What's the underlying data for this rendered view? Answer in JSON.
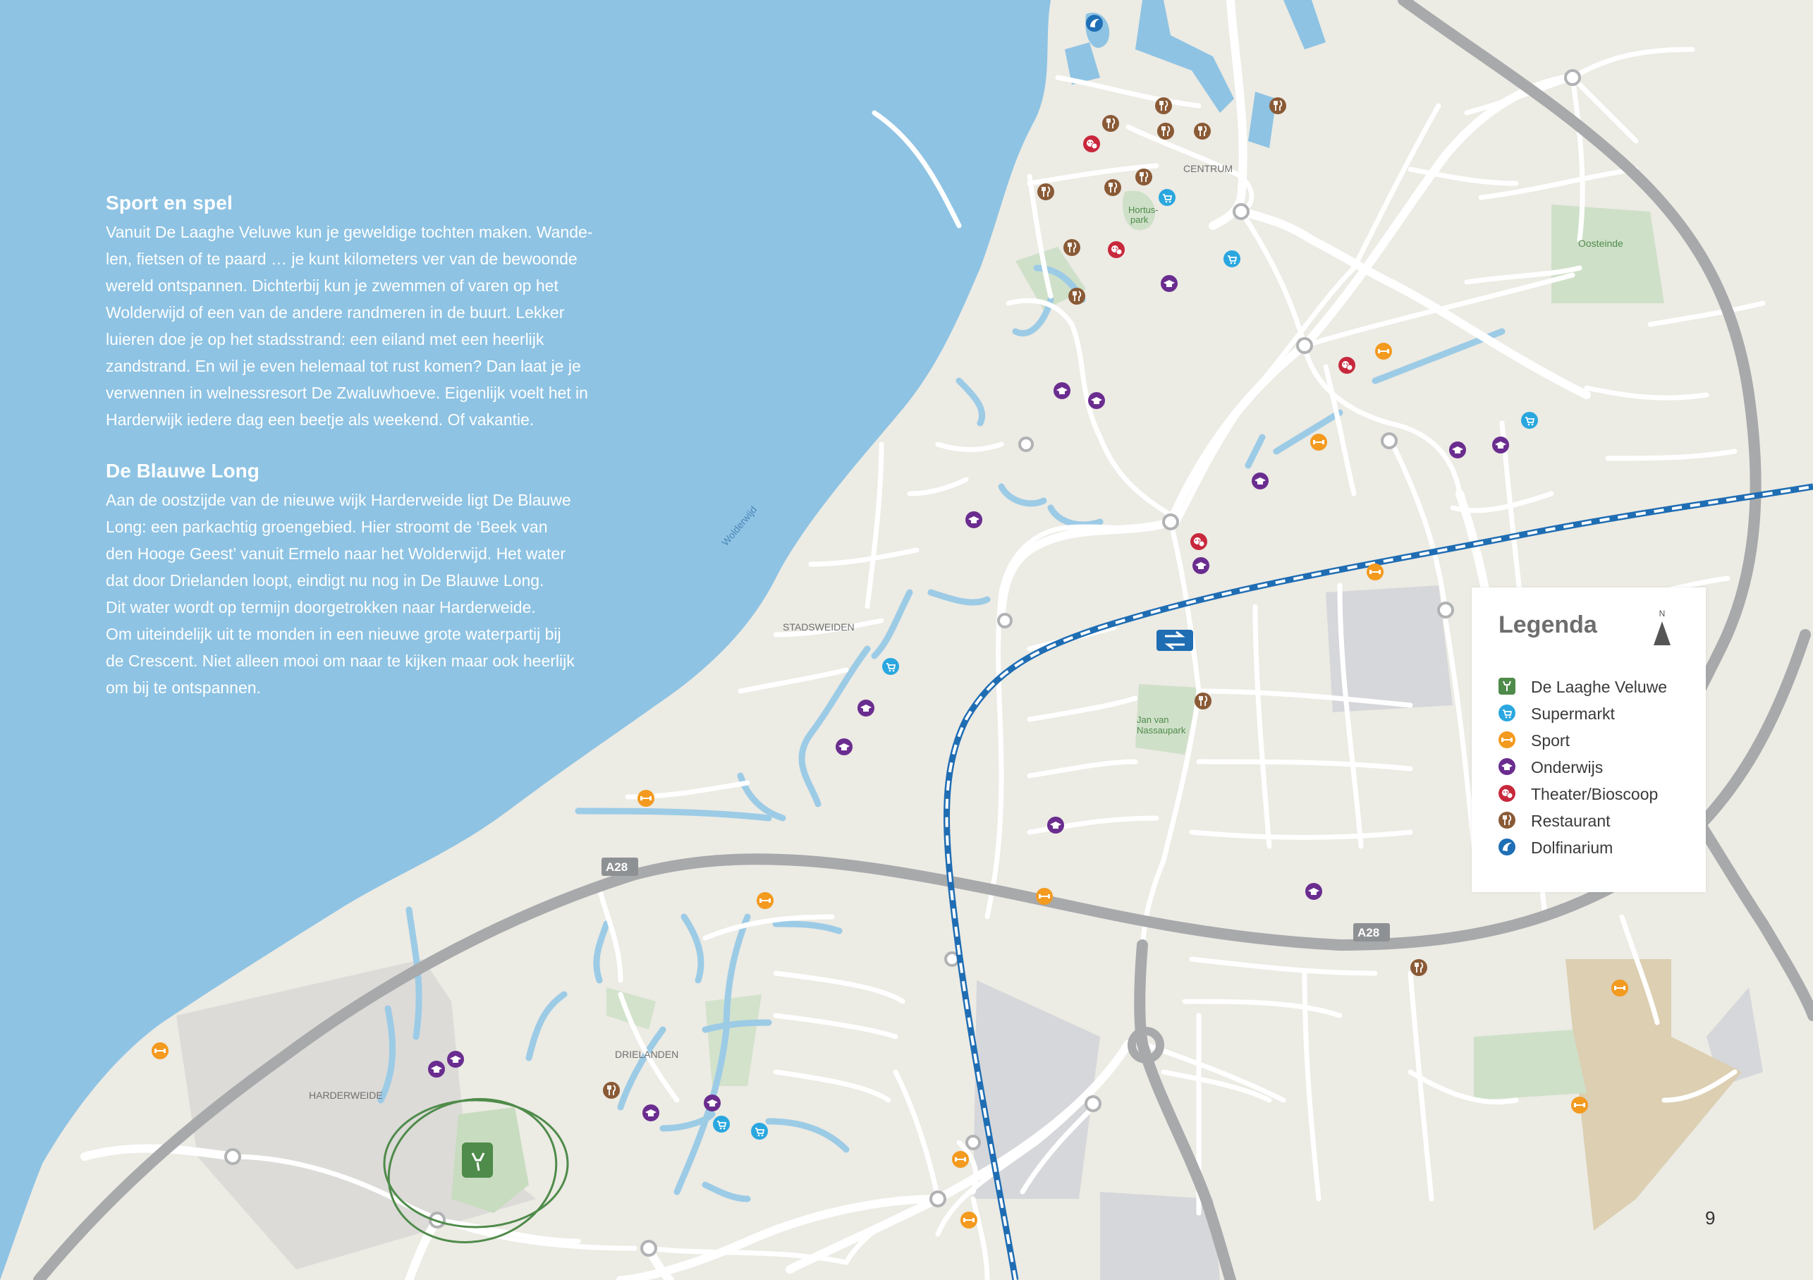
{
  "section1": {
    "title": "Sport en spel",
    "lines": [
      "Vanuit De Laaghe Veluwe kun je geweldige tochten maken. Wande-",
      "len, fietsen of te paard … je kunt kilometers ver van de bewoonde",
      "wereld ontspannen. Dichterbij kun je zwemmen of varen op het",
      "Wolderwijd of een van de andere randmeren in de buurt. Lekker",
      "luieren doe je op het stadsstrand: een eiland met een heerlijk",
      "zandstrand. En wil je even helemaal tot rust komen? Dan laat je je",
      "verwennen in welnessresort De Zwaluwhoeve. Eigenlijk voelt het in",
      "Harderwijk iedere dag een beetje als weekend. Of vakantie."
    ]
  },
  "section2": {
    "title": "De Blauwe Long",
    "lines": [
      "Aan de oostzijde van de nieuwe wijk Harderweide ligt De Blauwe",
      "Long: een parkachtig groengebied. Hier stroomt de ‘Beek van",
      "den Hooge Geest’ vanuit Ermelo naar het Wolderwijd. Het water",
      "dat door Drielanden loopt, eindigt nu nog in De Blauwe Long.",
      "Dit water wordt op termijn doorgetrokken naar Harderweide.",
      "Om uiteindelijk uit te monden in een nieuwe grote waterpartij bij",
      "de Crescent. Niet alleen mooi om naar te kijken maar ook heerlijk",
      "om bij te ontspannen."
    ]
  },
  "map_labels": {
    "centrum": "CENTRUM",
    "hortus1": "Hortus-",
    "hortus2": "park",
    "oosteinde": "Oosteinde",
    "stadsweiden": "STADSWEIDEN",
    "wolderwijd": "Wolderwijd",
    "jan1": "Jan van",
    "jan2": "Nassaupark",
    "drielanden": "DRIELANDEN",
    "harderweide": "HARDERWEIDE",
    "a28_left": "A28",
    "a28_right": "A28"
  },
  "legend": {
    "title": "Legenda",
    "north": "N",
    "items": [
      {
        "label": "De Laaghe Veluwe",
        "icon": "deer-icon",
        "color": "#4f8b4a"
      },
      {
        "label": "Supermarkt",
        "icon": "cart-icon",
        "color": "#2aa7df"
      },
      {
        "label": "Sport",
        "icon": "sport-icon",
        "color": "#f39a1f"
      },
      {
        "label": "Onderwijs",
        "icon": "mortarboard-icon",
        "color": "#6a2d8f"
      },
      {
        "label": "Theater/Bioscoop",
        "icon": "masks-icon",
        "color": "#c8283c"
      },
      {
        "label": "Restaurant",
        "icon": "cutlery-icon",
        "color": "#8a5a36"
      },
      {
        "label": "Dolfinarium",
        "icon": "dolphin-icon",
        "color": "#1e6fb5"
      }
    ]
  },
  "page_number": "9",
  "colors": {
    "water": "#8ec3e3",
    "land": "#ecebe4",
    "road": "#ffffff",
    "highway": "#a7a9ab",
    "railway": "#1f6db3",
    "park": "#cfe0c9",
    "industrial": "#d7d8da",
    "sand": "#d8ccb1"
  }
}
